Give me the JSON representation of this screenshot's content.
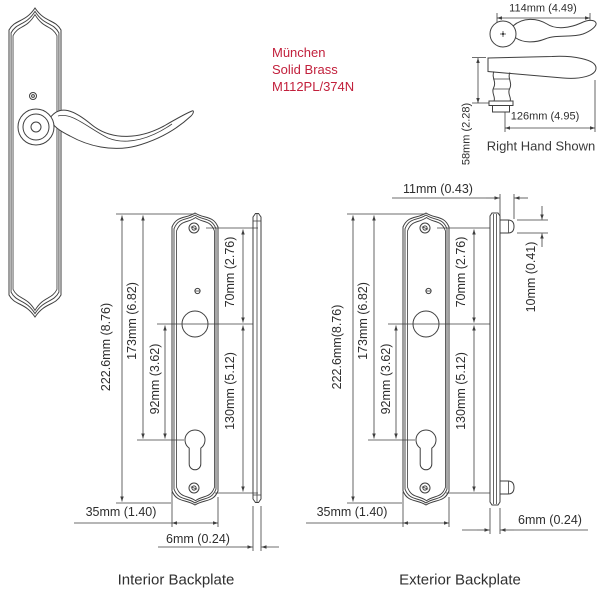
{
  "product": {
    "name": "München",
    "material": "Solid Brass",
    "model": "M112PL/374N"
  },
  "lever": {
    "top_width": "114mm (4.49)",
    "side_length": "126mm (4.95)",
    "side_height": "58mm (2.28)",
    "note": "Right Hand Shown"
  },
  "interior": {
    "title": "Interior Backplate",
    "overall_height": "222.6mm (8.76)",
    "top_to_cylinder": "173mm (6.82)",
    "handle_to_cylinder": "92mm (3.62)",
    "top_screw_to_handle": "70mm (2.76)",
    "handle_to_bottom": "130mm (5.12)",
    "width": "35mm (1.40)",
    "thickness": "6mm (0.24)"
  },
  "exterior": {
    "title": "Exterior Backplate",
    "overall_height": "222.6mm(8.76)",
    "top_to_cylinder": "173mm (6.82)",
    "handle_to_cylinder": "92mm (3.62)",
    "top_screw_to_handle": "70mm (2.76)",
    "handle_to_bottom": "130mm (5.12)",
    "width": "35mm (1.40)",
    "thickness": "6mm (0.24)",
    "boss_projection": "11mm (0.43)",
    "boss_height": "10mm (0.41)"
  },
  "colors": {
    "accent_red": "#c2203c",
    "line_color": "#3f3f3f",
    "text_color": "#2e2e2e"
  }
}
